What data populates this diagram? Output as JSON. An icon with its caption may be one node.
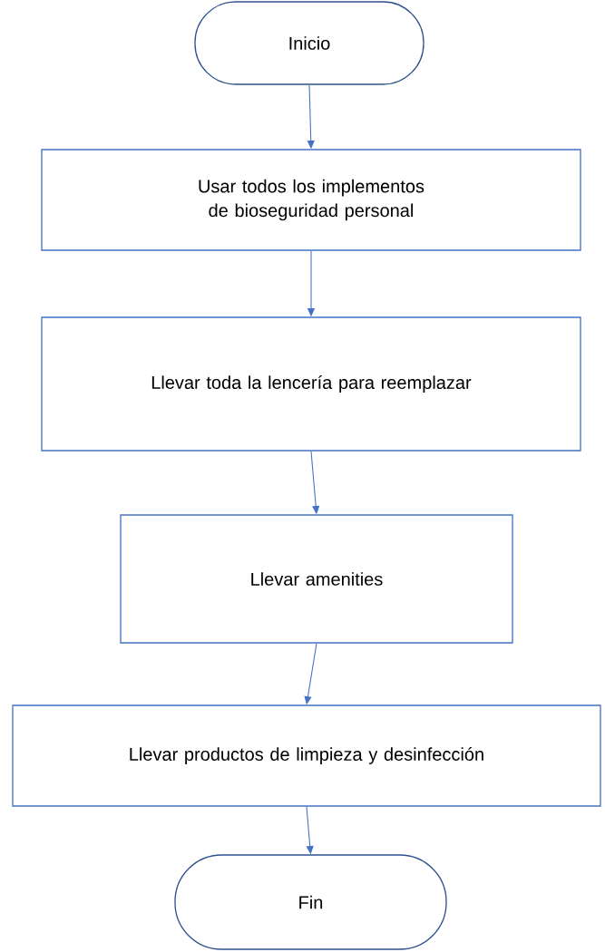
{
  "diagram": {
    "nodes": [
      {
        "text": [
          "Inicio"
        ]
      },
      {
        "text": [
          "Usar todos los implementos de bioseguridad personal"
        ]
      },
      {
        "text": [
          "Llevar toda la lencería para reemplazar"
        ]
      },
      {
        "text": [
          "Llevar amenities"
        ]
      },
      {
        "text": [
          "Llevar productos de limpieza y desinfección"
        ]
      },
      {
        "text": [
          "Fin"
        ]
      }
    ],
    "edges": [
      {
        "from": 0,
        "to": 1,
        "arrow": "to"
      },
      {
        "from": 1,
        "to": 2,
        "arrow": "to"
      },
      {
        "from": 2,
        "to": 3,
        "arrow": "to"
      },
      {
        "from": 3,
        "to": 4,
        "arrow": "to"
      },
      {
        "from": 4,
        "to": 5,
        "arrow": "to"
      }
    ]
  }
}
